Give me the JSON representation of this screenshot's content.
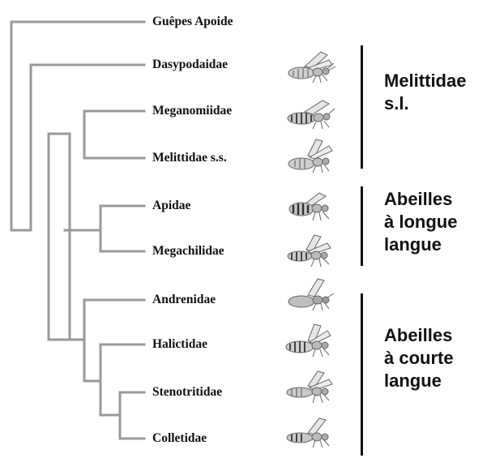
{
  "tree": {
    "taxa": [
      "Guêpes Apoide",
      "Dasypodaidae",
      "Meganomiidae",
      "Melittidae s.s.",
      "Apidae",
      "Megachilidae",
      "Andrenidae",
      "Halictidae",
      "Stenotritidae",
      "Colletidae"
    ],
    "branch_color": "#9a9a9a"
  },
  "groups": [
    {
      "lines": [
        "Melittidae",
        "s.l."
      ]
    },
    {
      "lines": [
        "Abeilles",
        "à longue",
        "langue"
      ]
    },
    {
      "lines": [
        "Abeilles",
        "à courte",
        "langue"
      ]
    }
  ],
  "illustrations": [
    "bee-icon",
    "bee-icon",
    "bee-icon",
    "bee-icon",
    "bee-icon",
    "bee-icon",
    "bee-icon",
    "bee-icon",
    "bee-icon"
  ]
}
